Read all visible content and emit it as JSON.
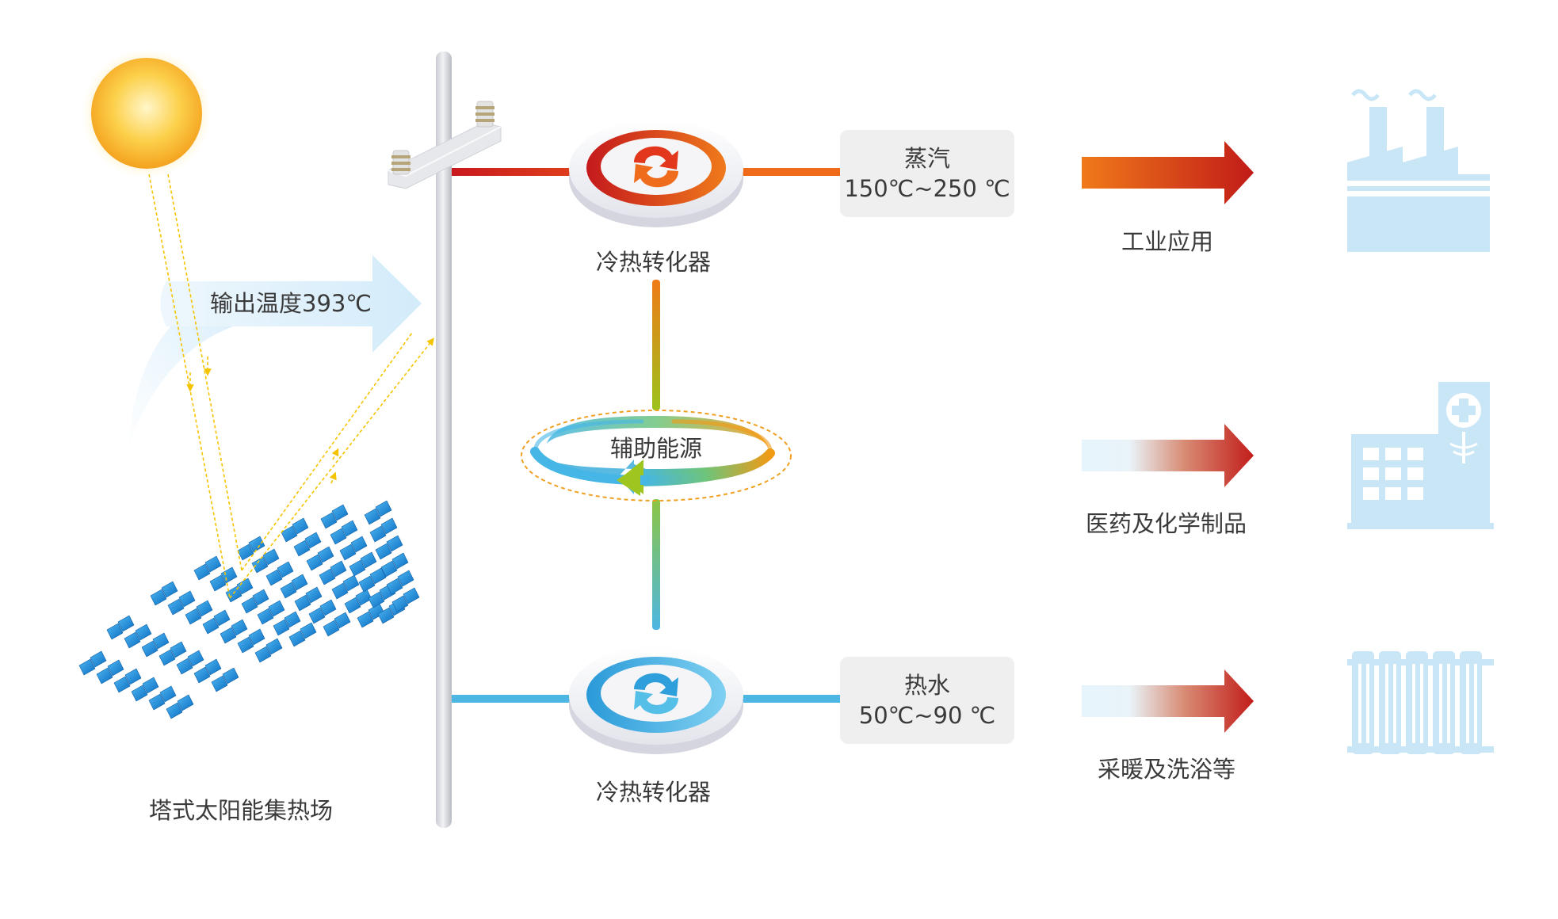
{
  "field_label": "塔式太阳能集热场",
  "output_temp_label": "输出温度393℃",
  "converter_top_label": "冷热转化器",
  "converter_bottom_label": "冷热转化器",
  "auxiliary_label": "辅助能源",
  "steam_box": {
    "title": "蒸汽",
    "range": "150℃~250 ℃"
  },
  "water_box": {
    "title": "热水",
    "range": "50℃~90 ℃"
  },
  "applications": [
    {
      "label": "工业应用",
      "icon": "factory-icon"
    },
    {
      "label": "医药及化学制品",
      "icon": "hospital-icon"
    },
    {
      "label": "采暖及洗浴等",
      "icon": "radiator-icon"
    }
  ],
  "colors": {
    "hot_line": "#d9251b",
    "cold_line": "#4db6e2",
    "arrow_hot": "#c41d1a",
    "arrow_warm": "#e96a1c",
    "light_blue": "#c9e6f7",
    "sun": "#f7b52a",
    "mirror": "#1e8fd6",
    "box_bg": "#efefef"
  }
}
